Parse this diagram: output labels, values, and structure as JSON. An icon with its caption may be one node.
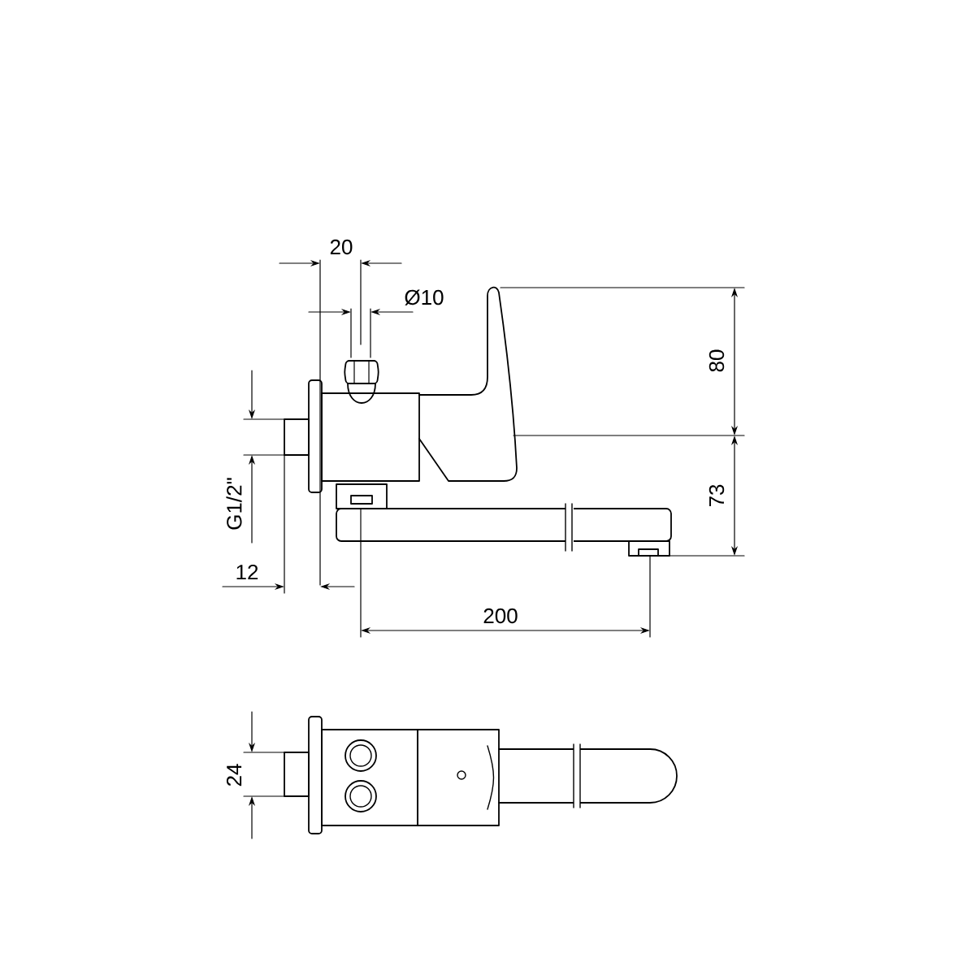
{
  "diagram": {
    "labels": [
      "20",
      "Ø10",
      "80",
      "G1/2\"",
      "73",
      "12",
      "200",
      "24"
    ]
  }
}
